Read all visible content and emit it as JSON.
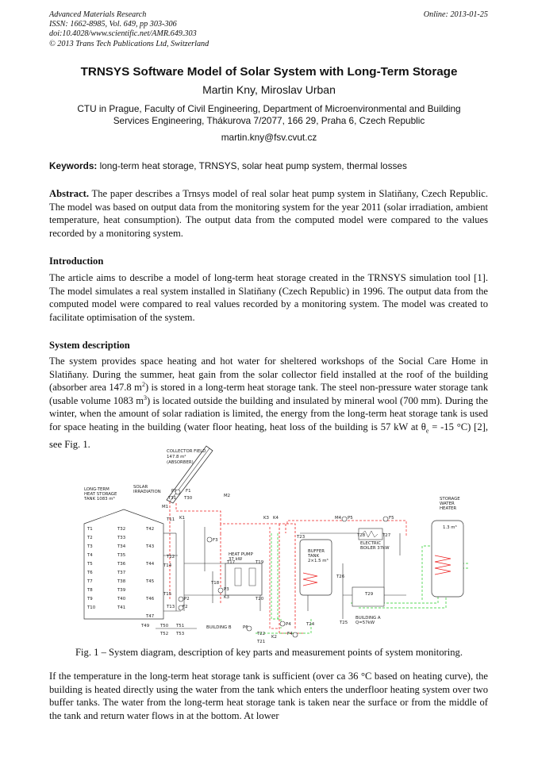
{
  "header": {
    "journal": "Advanced Materials Research",
    "issn": "ISSN: 1662-8985, Vol. 649, pp 303-306",
    "doi": "doi:10.4028/www.scientific.net/AMR.649.303",
    "copyright": "© 2013 Trans Tech Publications Ltd, Switzerland",
    "online": "Online: 2013-01-25"
  },
  "title": "TRNSYS Software Model of Solar System with Long-Term Storage",
  "authors": "Martin Kny, Miroslav Urban",
  "affiliation": "CTU in Prague, Faculty of Civil Engineering, Department of Microenvironmental and Building Services Engineering, Thákurova 7/2077, 166 29,  Praha 6, Czech Republic",
  "email": "martin.kny@fsv.cvut.cz",
  "keywords_label": "Keywords:",
  "keywords": " long-term heat storage, TRNSYS, solar heat pump system, thermal losses",
  "abstract_label": "Abstract.",
  "abstract": " The paper describes a Trnsys model of real solar heat pump system in Slatiňany, Czech Republic. The model was based on output data from the monitoring system for the year 2011 (solar irradiation, ambient temperature, heat consumption). The output data from the computed model were compared to the values recorded by a monitoring system.",
  "intro_heading": "Introduction",
  "intro": "The article aims to describe a model of long-term heat storage created in the TRNSYS simulation tool [1]. The model simulates a real system installed in Slatiňany (Czech Republic) in 1996. The output data from the computed model were compared to real values recorded by a monitoring system. The model was created to facilitate optimisation of the system.",
  "sysdesc_heading": "System description",
  "sysdesc": {
    "p1": "The system provides space heating and hot water for sheltered workshops of the Social Care Home in Slatiňany. During the summer, heat gain from the solar collector field installed at the roof of the building (absorber area 147.8 m",
    "p2": ") is stored in a long-term heat storage tank. The steel non-pressure water storage tank (usable volume 1083 m",
    "p3": ") is located outside the building and insulated by mineral wool (700 mm). During the winter, when the amount of solar radiation is limited, the energy from the long-term heat storage tank is used for space heating in the building (water floor heating, heat loss of the building is 57 kW at θ",
    "p3sub": "e",
    "p4": " = -15 °C) [2], see Fig. 1.",
    "sup2": "2",
    "sup3": "3"
  },
  "caption": "Fig. 1 – System diagram, description of key parts and measurement points of system monitoring.",
  "final_para": "If the temperature in the long-term heat storage tank is sufficient (over ca 36 °C based on heating curve), the building is heated directly using the water from the tank which enters the underfloor heating system over two buffer tanks. The water from the long-term heat storage tank is taken near the surface or from the middle of the tank and return water flows in at the bottom. At lower",
  "diagram": {
    "collector": "COLLECTOR FIELD",
    "collector_area": "147.8  m²",
    "collector_abs": "(ABSORBER)",
    "solar": "SOLAR",
    "irradiation": "IRRADIATION",
    "lt1": "LONG-TERM",
    "lt2": "HEAT STORAGE",
    "lt3": "TANK 1083 m³",
    "heat_pump": "HEAT PUMP",
    "hp_kw": "37 kW",
    "buffer": "BUFFER",
    "buffer2": "TANK",
    "buffer3": "2×1.5 m³",
    "eboiler": "ELECTRIC",
    "eboiler2": "BOILER 37kW",
    "storage1": "STORAGE",
    "storage2": "WATER",
    "storage3": "HEATER",
    "storage_vol": "1.3 m³",
    "building_a": "BUILDING A",
    "building_a_q": "Q=57kW",
    "building_b": "BUILDING B",
    "left_t": [
      "T1",
      "T2",
      "T3",
      "T4",
      "T5",
      "T6",
      "T7",
      "T8",
      "T9",
      "T10"
    ],
    "mid_t": [
      "T32",
      "T33",
      "T34",
      "T35",
      "T36",
      "T37",
      "T38",
      "T39",
      "T40",
      "T41"
    ],
    "right_t": [
      "T42",
      "T43",
      "T44",
      "T45",
      "T46",
      "T47"
    ],
    "labels": {
      "P1": "P1",
      "F1": "F1",
      "T31": "T31",
      "T30": "T30",
      "M1": "M1",
      "M2": "M2",
      "T11": "T11",
      "K1": "K1",
      "F3": "F3",
      "T12": "T12",
      "T14": "T14",
      "T15": "T15",
      "P2": "P2",
      "T13": "T13",
      "F2": "F2",
      "T17": "T17",
      "T19": "T19",
      "T20": "T20",
      "T18": "T18",
      "P3": "P3",
      "K3b": "K3",
      "K3": "K3",
      "K4": "K4",
      "T23": "T23",
      "M4": "M4",
      "P5": "P5",
      "F5": "F5",
      "T26": "T26",
      "T27": "T27",
      "T28": "T28",
      "T29": "T29",
      "T25": "T25",
      "T24": "T24",
      "P4": "P4",
      "F4": "F4",
      "K2": "K2",
      "T49": "T49",
      "T50": "T50",
      "T51": "T51",
      "T52": "T52",
      "T53": "T53",
      "P6": "P6",
      "T22": "T22",
      "T21": "T21"
    }
  }
}
